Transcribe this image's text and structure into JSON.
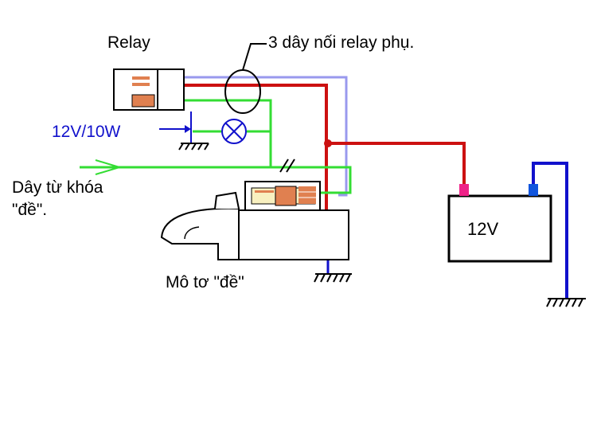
{
  "labels": {
    "relay": "Relay",
    "extra_wires": "3 dây nối relay phụ.",
    "lamp": "12V/10W",
    "key_wire_line1": "Dây từ khóa",
    "key_wire_line2": "\"đề\".",
    "starter": "Mô tơ \"đề\"",
    "battery": "12V"
  },
  "colors": {
    "red_wire": "#cc1111",
    "green_wire": "#33dd33",
    "blue_wire": "#1111cc",
    "lightblue_wire": "#9999ee",
    "pos_terminal": "#ee2288",
    "neg_terminal": "#1155dd",
    "contact_orange": "#e08050",
    "outline": "#000000"
  },
  "icons": [
    "relay-box",
    "lamp-icon",
    "ground-symbol",
    "starter-motor",
    "battery"
  ]
}
